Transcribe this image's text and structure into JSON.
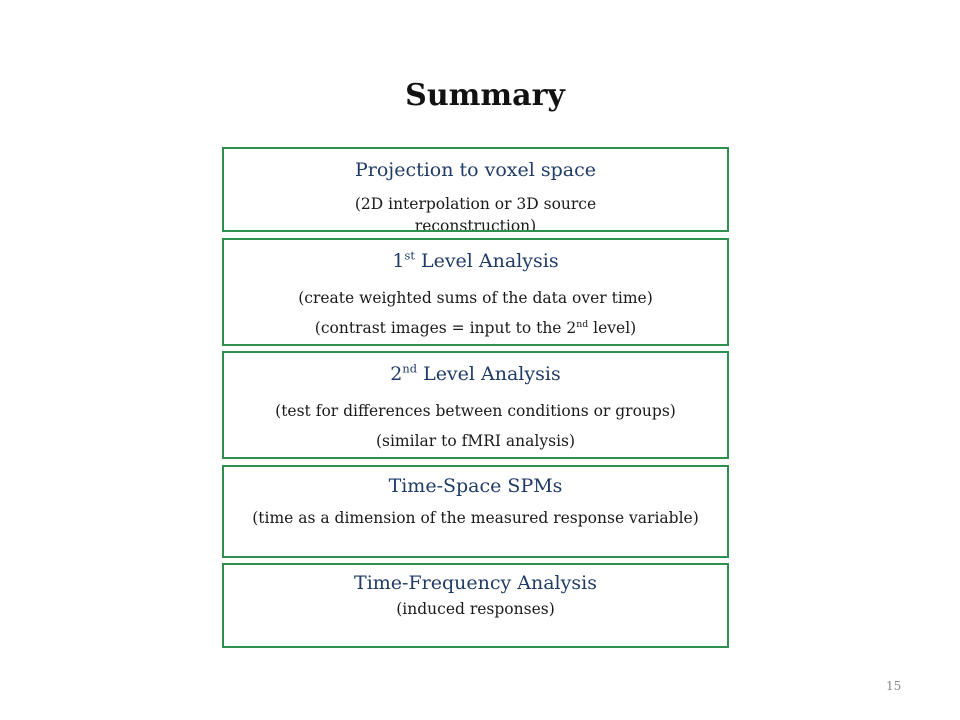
{
  "title": "Summary",
  "boxes": [
    {
      "heading": "Projection to voxel space",
      "lines": [
        "(2D interpolation or 3D source reconstruction)"
      ]
    },
    {
      "heading_main": "1",
      "heading_sup": "st",
      "heading_rest": " Level Analysis",
      "lines": [
        "(create weighted sums of the data over time)"
      ],
      "line2_pre": "(contrast images = input to the 2",
      "line2_sup": "nd",
      "line2_post": " level)"
    },
    {
      "heading_main": "2",
      "heading_sup": "nd",
      "heading_rest": " Level Analysis",
      "lines": [
        "(test for differences between conditions or groups)",
        "(similar to fMRI analysis)"
      ]
    },
    {
      "heading": "Time-Space SPMs",
      "lines": [
        "(time as a dimension of the measured response variable)"
      ]
    },
    {
      "heading": "Time-Frequency Analysis",
      "lines": [
        "(induced responses)"
      ]
    }
  ],
  "page_number": "15",
  "colors": {
    "box_border": "#2f8f4e",
    "heading_text": "#1f3b66"
  }
}
